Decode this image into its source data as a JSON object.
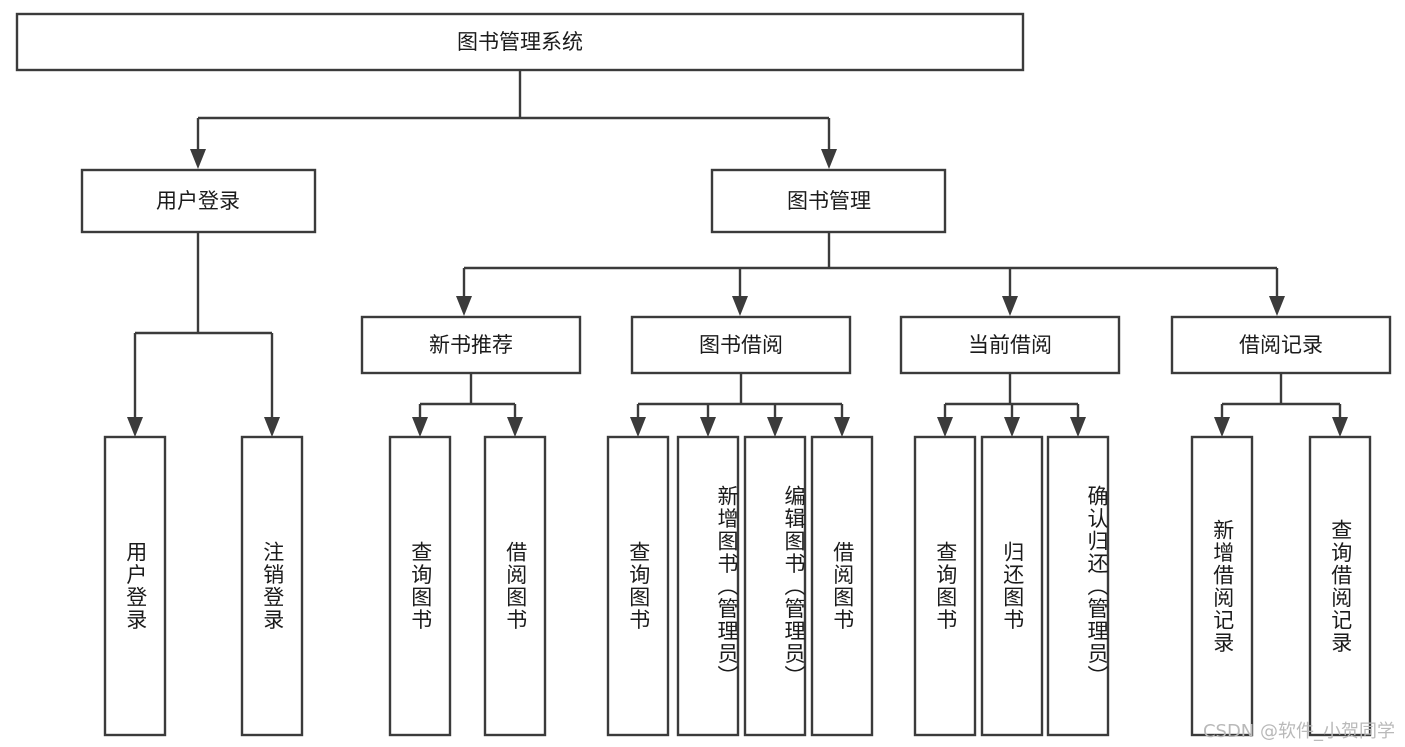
{
  "diagram": {
    "title": "图书管理系统",
    "watermark": "CSDN @软件_小贺同学",
    "colors": {
      "stroke": "#3b3b3b",
      "fill": "#ffffff",
      "text": "#1b1b1b",
      "watermark": "#b9b9b9"
    },
    "root": {
      "label": "图书管理系统",
      "orientation": "horizontal"
    },
    "level2": [
      {
        "label": "用户登录",
        "orientation": "horizontal"
      },
      {
        "label": "图书管理",
        "orientation": "horizontal"
      }
    ],
    "level3": [
      {
        "label": "新书推荐",
        "orientation": "horizontal"
      },
      {
        "label": "图书借阅",
        "orientation": "horizontal"
      },
      {
        "label": "当前借阅",
        "orientation": "horizontal"
      },
      {
        "label": "借阅记录",
        "orientation": "horizontal"
      }
    ],
    "leaves": {
      "user_login": [
        {
          "label": "用户登录",
          "orientation": "vertical"
        },
        {
          "label": "注销登录",
          "orientation": "vertical"
        }
      ],
      "new_book_recommend": [
        {
          "label": "查询图书",
          "orientation": "vertical"
        },
        {
          "label": "借阅图书",
          "orientation": "vertical"
        }
      ],
      "book_borrow": [
        {
          "label": "查询图书",
          "orientation": "vertical"
        },
        {
          "label": "新增图书（管理员）",
          "orientation": "vertical"
        },
        {
          "label": "编辑图书（管理员）",
          "orientation": "vertical"
        },
        {
          "label": "借阅图书",
          "orientation": "vertical"
        }
      ],
      "current_borrow": [
        {
          "label": "查询图书",
          "orientation": "vertical"
        },
        {
          "label": "归还图书",
          "orientation": "vertical"
        },
        {
          "label": "确认归还（管理员）",
          "orientation": "vertical"
        }
      ],
      "borrow_record": [
        {
          "label": "新增借阅记录",
          "orientation": "vertical"
        },
        {
          "label": "查询借阅记录",
          "orientation": "vertical"
        }
      ]
    }
  }
}
